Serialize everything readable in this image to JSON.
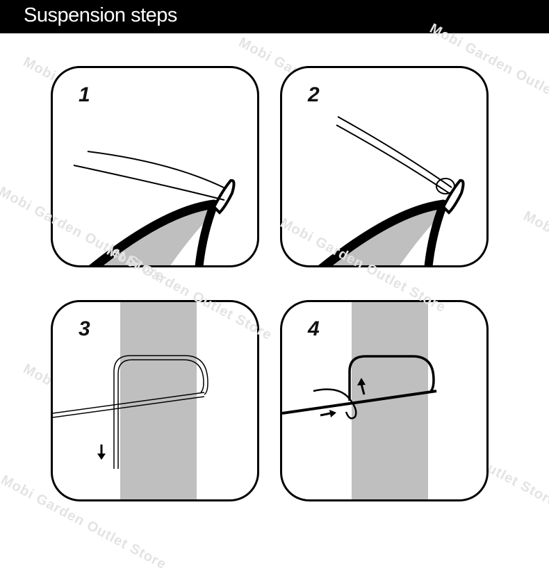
{
  "header": {
    "title": "Suspension steps"
  },
  "watermark": "Mobi Garden Outlet Store",
  "steps": [
    {
      "number": "1"
    },
    {
      "number": "2"
    },
    {
      "number": "3"
    },
    {
      "number": "4"
    }
  ]
}
